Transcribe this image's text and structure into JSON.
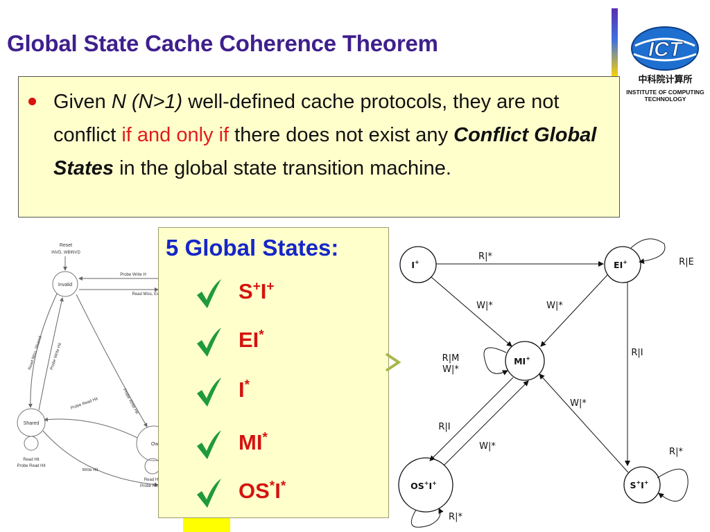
{
  "title": "Global State Cache Coherence Theorem",
  "logo": {
    "acronym": "ICT",
    "chinese_name": "中科院计算所",
    "institute_line1": "INSTITUTE OF COMPUTING",
    "institute_line2": "TECHNOLOGY"
  },
  "theorem": {
    "part1": "Given ",
    "n": "N",
    "n_cond": " (N>1)",
    "part2": " well-defined cache protocols, they are not conflict ",
    "iff": "if and only if",
    "part3": " there does not exist  any ",
    "emph": "Conflict Global States",
    "part4": " in the global state transition machine."
  },
  "left_diagram": {
    "reset_label": "Reset",
    "reset_sub": "INVD, WBINVD",
    "states": [
      "Invalid",
      "Shared",
      "Owned"
    ],
    "edges": [
      "Probe Write H",
      "Read Miss, Excl",
      "Read Miss, Shared",
      "Probe Write Hit",
      "Probe Read Hit",
      "Probe Write Hit",
      "Write Hit",
      "Read Hit",
      "Probe Read Hit",
      "Read H",
      "Probe Read"
    ]
  },
  "global_states": {
    "heading": "5 Global States:",
    "items": [
      {
        "base": "S",
        "sup1": "+",
        "mid": "I",
        "sup2": "+"
      },
      {
        "base": "EI",
        "sup1": "*",
        "mid": "",
        "sup2": ""
      },
      {
        "base": "I",
        "sup1": "*",
        "mid": "",
        "sup2": ""
      },
      {
        "base": "MI",
        "sup1": "*",
        "mid": "",
        "sup2": ""
      },
      {
        "base": "OS",
        "sup1": "*",
        "mid": "I",
        "sup2": "*"
      }
    ],
    "check_color": "#1f9a3a"
  },
  "state_machine": {
    "nodes": [
      {
        "id": "I",
        "label": "I",
        "sup": "+"
      },
      {
        "id": "EI",
        "label": "EI",
        "sup": "+"
      },
      {
        "id": "MI",
        "label": "MI",
        "sup": "+"
      },
      {
        "id": "OSI",
        "label": "OS",
        "sup": "+",
        "label2": "I",
        "sup2": "+"
      },
      {
        "id": "SI",
        "label": "S",
        "sup": "+",
        "label2": "I",
        "sup2": "+"
      }
    ],
    "edge_labels": {
      "i_to_ei": "R|*",
      "ei_self": "R|E",
      "i_to_mi": "W|*",
      "ei_to_mi": "W|*",
      "mi_self_1": "R|M",
      "mi_self_2": "W|*",
      "ei_to_si": "R|I",
      "si_to_mi": "W|*",
      "mi_to_osi": "R|I",
      "osi_to_mi": "W|*",
      "si_self": "R|*",
      "osi_self": "R|*"
    }
  }
}
